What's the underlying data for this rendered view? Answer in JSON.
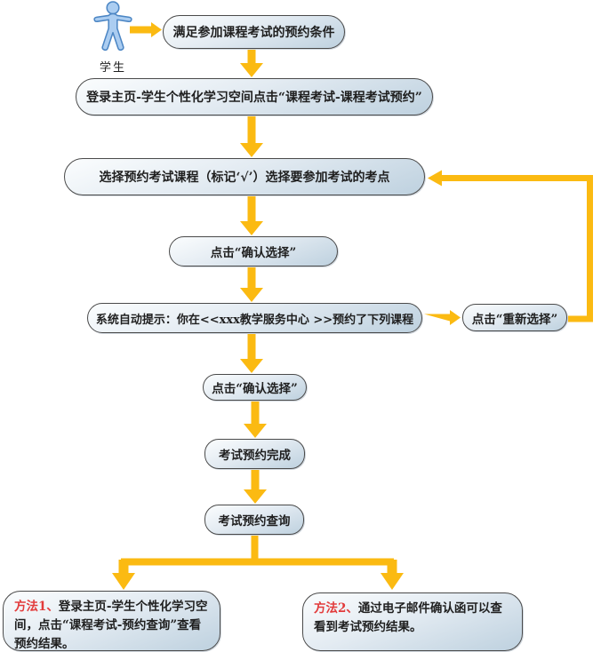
{
  "actor": {
    "label": "学生",
    "icon": "person-icon"
  },
  "nodes": {
    "precondition": "满足参加课程考试的预约条件",
    "login": "登录主页-学生个性化学习空间点击“课程考试-课程考试预约”",
    "select": "选择预约考试课程（标记‘√’）选择要参加考试的考点",
    "confirm1": "点击“确认选择”",
    "prompt": "系统自动提示：你在<<xxx教学服务中心 >>预约了下列课程",
    "reselect": "点击“重新选择”",
    "confirm2": "点击“确认选择”",
    "complete": "考试预约完成",
    "query": "考试预约查询",
    "method1": {
      "prefix": "方法1、",
      "text": "登录主页-学生个性化学习空间，点击“课程考试-预约查询”查看预约结果。"
    },
    "method2": {
      "prefix": "方法2、",
      "text": "通过电子邮件确认函可以查看到考试预约结果。"
    }
  },
  "colors": {
    "arrow": "#fbba12",
    "node_border": "#4a4a4a",
    "node_fill_top": "#fbfdfe",
    "node_fill_bottom": "#bed1df",
    "accent_red": "#e23b3b",
    "figure_fill": "#abcdf1",
    "figure_stroke": "#4c86c4"
  }
}
